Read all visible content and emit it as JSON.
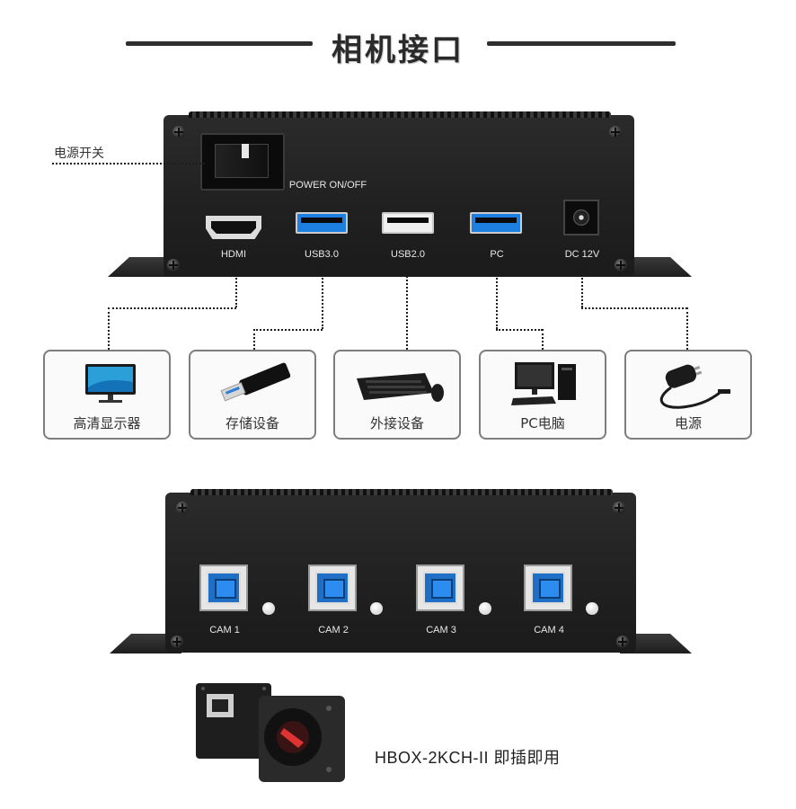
{
  "header": {
    "title": "相机接口"
  },
  "top_device": {
    "power_switch_label": "POWER ON/OFF",
    "ports": {
      "hdmi": "HDMI",
      "usb3": "USB3.0",
      "usb2": "USB2.0",
      "pc": "PC",
      "dc": "DC 12V"
    },
    "power_switch_callout": "电源开关"
  },
  "peripherals": [
    {
      "label": "高清显示器",
      "icon": "monitor-icon"
    },
    {
      "label": "存储设备",
      "icon": "usb-drive-icon"
    },
    {
      "label": "外接设备",
      "icon": "keyboard-mouse-icon"
    },
    {
      "label": "PC电脑",
      "icon": "desktop-pc-icon"
    },
    {
      "label": "电源",
      "icon": "power-adapter-icon"
    }
  ],
  "bottom_device": {
    "cam_ports": [
      "CAM 1",
      "CAM 2",
      "CAM 3",
      "CAM 4"
    ]
  },
  "product": {
    "caption": "HBOX-2KCH-II  即插即用"
  },
  "colors": {
    "usb3_blue": "#1d7fe0",
    "device_body": "#222222"
  }
}
